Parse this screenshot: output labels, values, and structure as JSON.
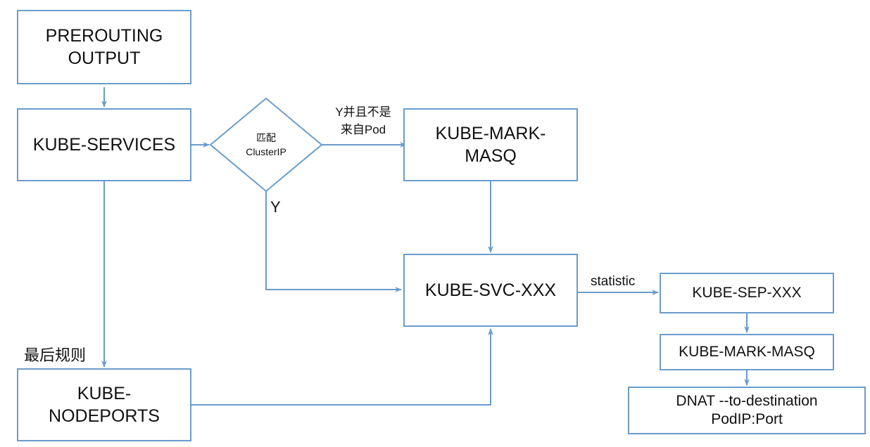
{
  "diagram": {
    "colors": {
      "line": "#6a9ccb",
      "text": "#111111",
      "background": "#ffffff"
    },
    "nodes": {
      "prerouting": {
        "line1": "PREROUTING",
        "line2": "OUTPUT"
      },
      "kube_services": {
        "label": "KUBE-SERVICES"
      },
      "match_clusterip": {
        "line1": "匹配",
        "line2": "ClusterIP"
      },
      "kube_mark_masq_1": {
        "line1": "KUBE-MARK-",
        "line2": "MASQ"
      },
      "kube_svc": {
        "label": "KUBE-SVC-XXX"
      },
      "kube_sep": {
        "label": "KUBE-SEP-XXX"
      },
      "kube_mark_masq_2": {
        "label": "KUBE-MARK-MASQ"
      },
      "dnat": {
        "line1": "DNAT --to-destination",
        "line2": "PodIP:Port"
      },
      "kube_nodeports": {
        "line1": "KUBE-",
        "line2": "NODEPORTS"
      }
    },
    "edge_labels": {
      "not_from_pod_line1": "Y并且不是",
      "not_from_pod_line2": "来自Pod",
      "yes": "Y",
      "statistic": "statistic",
      "last_rule": "最后规则"
    }
  }
}
